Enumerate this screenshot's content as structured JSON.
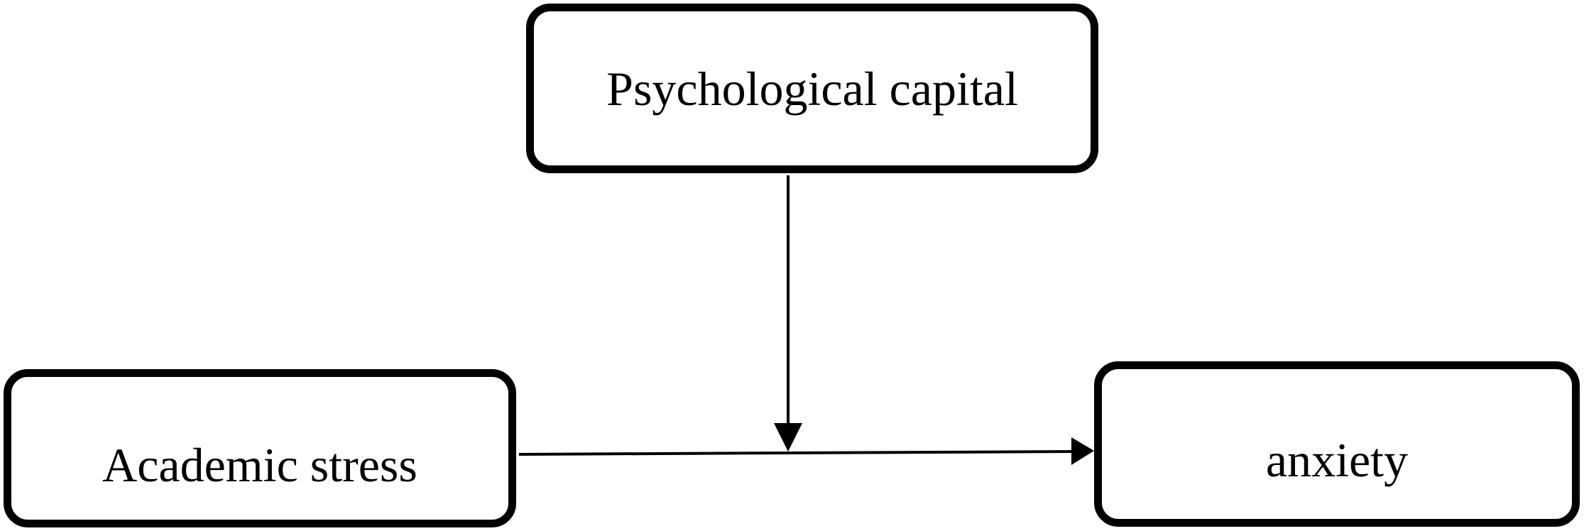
{
  "diagram": {
    "nodes": {
      "moderator": {
        "label": "Psychological capital"
      },
      "independent": {
        "label": "Academic stress"
      },
      "dependent": {
        "label": "anxiety"
      }
    },
    "edges": [
      {
        "from": "independent",
        "to": "dependent"
      },
      {
        "from": "moderator",
        "to": "edge-independent-dependent"
      }
    ],
    "colors": {
      "stroke": "#000000",
      "background": "#ffffff"
    }
  }
}
